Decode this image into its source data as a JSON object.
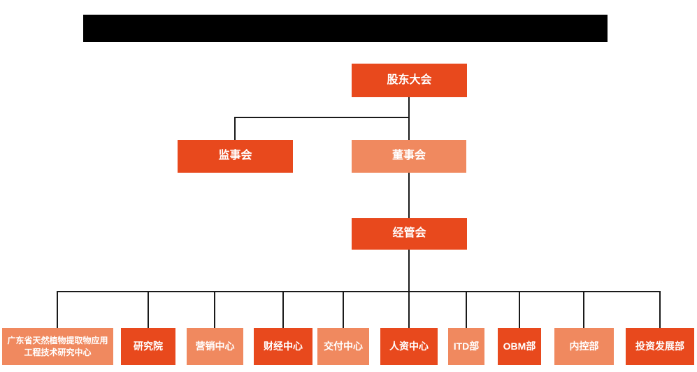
{
  "colors": {
    "primary": "#E8491D",
    "secondary": "#F0895F",
    "line": "#1A1A1A",
    "redacted": "#000000",
    "text": "#FFFFFF"
  },
  "title_bar": {
    "type": "redacted-black-block",
    "text": ""
  },
  "chart": {
    "type": "org-chart",
    "root": {
      "label": "股东大会"
    },
    "level2": [
      {
        "label": "监事会"
      },
      {
        "label": "董事会"
      }
    ],
    "level3": [
      {
        "label": "经管会"
      }
    ],
    "departments": [
      {
        "label": "广东省天然植物提取物应用工程技术研究中心"
      },
      {
        "label": "研究院"
      },
      {
        "label": "营销中心"
      },
      {
        "label": "财经中心"
      },
      {
        "label": "交付中心"
      },
      {
        "label": "人资中心"
      },
      {
        "label": "ITD部"
      },
      {
        "label": "OBM部"
      },
      {
        "label": "内控部"
      },
      {
        "label": "投资发展部"
      }
    ]
  }
}
